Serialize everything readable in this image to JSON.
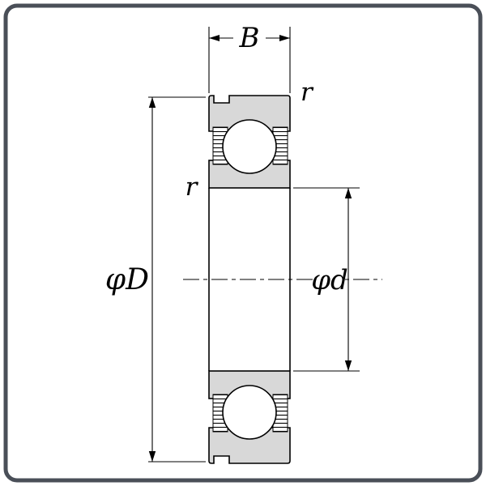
{
  "diagram": {
    "type": "bearing-cross-section-drawing",
    "labels": {
      "width": "B",
      "outer_diameter": "φD",
      "bore_diameter": "φd",
      "chamfer_outer": "r",
      "chamfer_inner": "r"
    },
    "colors": {
      "ring_fill": "#d8d8d8",
      "line": "#000000",
      "frame_border": "#4a4f58",
      "background": "#ffffff"
    }
  }
}
